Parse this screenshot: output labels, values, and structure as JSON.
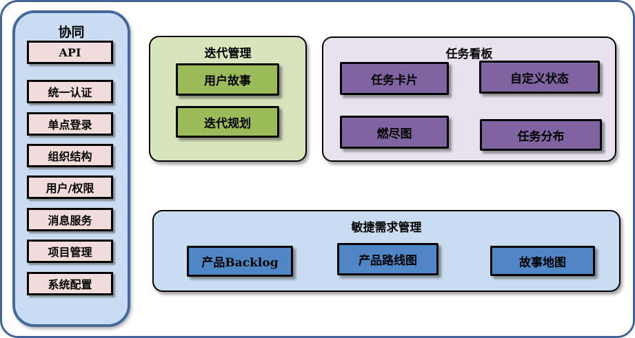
{
  "sidebar": {
    "title": "协同",
    "items": [
      {
        "label": "API"
      },
      {
        "label": "统一认证"
      },
      {
        "label": "单点登录"
      },
      {
        "label": "组织结构"
      },
      {
        "label": "用户/权限"
      },
      {
        "label": "消息服务"
      },
      {
        "label": "项目管理"
      },
      {
        "label": "系统配置"
      }
    ]
  },
  "groups": {
    "iteration": {
      "title": "迭代管理",
      "items": [
        {
          "label": "用户故事"
        },
        {
          "label": "迭代规划"
        }
      ]
    },
    "kanban": {
      "title": "任务看板",
      "items": [
        {
          "label": "任务卡片"
        },
        {
          "label": "自定义状态"
        },
        {
          "label": "燃尽图"
        },
        {
          "label": "任务分布"
        }
      ]
    },
    "requirements": {
      "title": "敏捷需求管理",
      "items": [
        {
          "label": "产品Backlog"
        },
        {
          "label": "产品路线图"
        },
        {
          "label": "故事地图"
        }
      ]
    }
  },
  "colors": {
    "canvas_border": "#41639A",
    "sidebar_fill": "#C9DCF1",
    "sidebar_border": "#44699D",
    "sidebar_item_fill": "#F2DCDB",
    "iteration_group_fill": "#D7E4BC",
    "iteration_item_fill": "#9BBB59",
    "kanban_group_fill": "#E7E2EE",
    "kanban_item_fill": "#8064A2",
    "requirements_group_fill": "#C9DCF1",
    "requirements_item_fill": "#4F86C6",
    "box_border": "#000000"
  }
}
